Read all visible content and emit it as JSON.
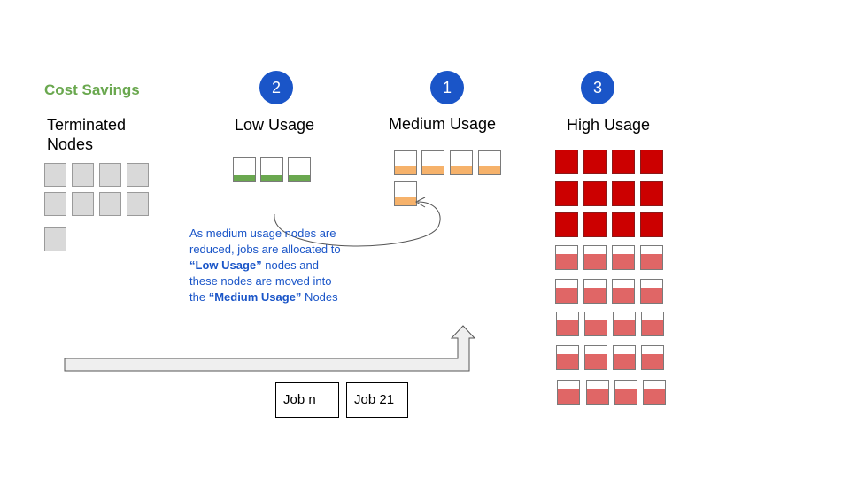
{
  "heading": {
    "text": "Cost Savings",
    "color": "#6aa84f"
  },
  "columns": {
    "terminated": {
      "title_line1": "Terminated",
      "title_line2": "Nodes"
    },
    "low": {
      "title": "Low Usage",
      "badge": "2",
      "fill_color": "#6aa84f",
      "fill_level": 0.25
    },
    "medium": {
      "title": "Medium Usage",
      "badge": "1",
      "fill_color": "#f6b26b",
      "fill_level": 0.4
    },
    "high": {
      "title": "High Usage",
      "badge": "3",
      "fill_color": "#e06666",
      "full_color": "#cc0000",
      "fill_level": 0.65
    }
  },
  "counts": {
    "terminated": 9,
    "low": 3,
    "medium": 5,
    "high_full": 12,
    "high_partial": 20
  },
  "note": {
    "line1": "As medium usage nodes are",
    "line2": "reduced, jobs are allocated to",
    "bold1": "“Low Usage”",
    "after_bold1": " nodes and",
    "line4": "these nodes are moved into",
    "before_bold2": "the ",
    "bold2": "“Medium Usage”",
    "after_bold2": " Nodes"
  },
  "jobs": [
    "Job n",
    "Job 21"
  ],
  "colors": {
    "badge": "#1a55c8",
    "note": "#1a55c8",
    "terminated": "#d9d9d9"
  }
}
